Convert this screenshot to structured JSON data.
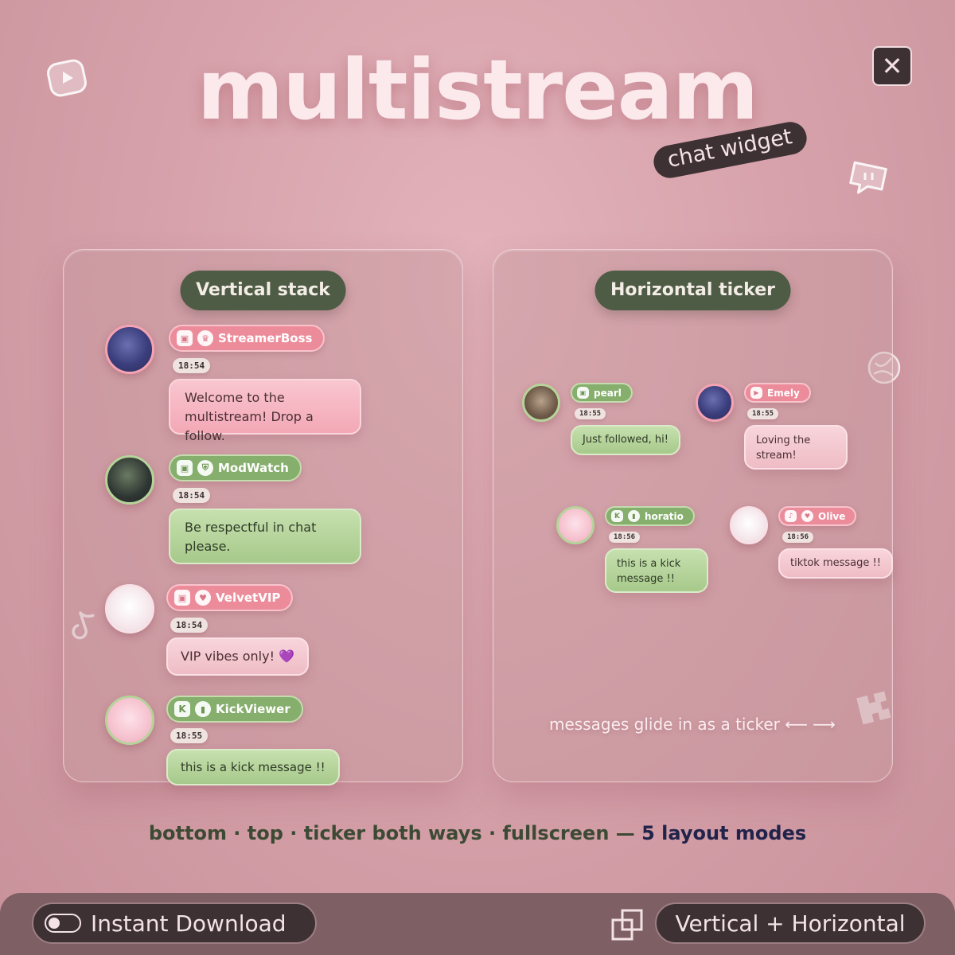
{
  "header": {
    "title": "multistream",
    "subtitle": "chat widget",
    "close_label": "✕"
  },
  "left_panel": {
    "title": "Vertical stack",
    "messages": [
      {
        "platform": "twitch",
        "badge": "crown",
        "name": "StreamerBoss",
        "time": "18:54",
        "text_line1": "Welcome to the",
        "text_line2": "multistream! Drop a follow.",
        "color": "pink"
      },
      {
        "platform": "twitch",
        "badge": "shield",
        "name": "ModWatch",
        "time": "18:54",
        "text_line1": "Be respectful in chat",
        "text_line2": "please.",
        "color": "green"
      },
      {
        "platform": "twitch",
        "badge": "heart",
        "name": "VelvetVIP",
        "time": "18:54",
        "text": "VIP vibes only! 💜",
        "color": "lightpink"
      },
      {
        "platform": "kick",
        "badge": "bookmark",
        "name": "KickViewer",
        "time": "18:55",
        "text": "this is a kick message !!",
        "color": "green"
      }
    ]
  },
  "right_panel": {
    "title": "Horizontal ticker",
    "messages": [
      {
        "platform": "twitch",
        "name": "pearl",
        "time": "18:55",
        "text": "Just followed, hi!",
        "color": "green"
      },
      {
        "platform": "youtube",
        "name": "Emely",
        "time": "18:55",
        "text_line1": "Loving the",
        "text_line2": "stream!",
        "color": "lightpink"
      },
      {
        "platform": "kick",
        "badge": "bookmark",
        "name": "horatio",
        "time": "18:56",
        "text_line1": "this is a kick",
        "text_line2": "message !!",
        "color": "green"
      },
      {
        "platform": "tiktok",
        "badge": "heart",
        "name": "Olive",
        "time": "18:56",
        "text": "tiktok message !!",
        "color": "lightpink"
      }
    ],
    "caption": "messages glide in as a ticker ⟵ ⟶"
  },
  "modes": {
    "text": "bottom · top · ticker both ways · fullscreen — ",
    "highlight": "5 layout modes"
  },
  "footer": {
    "left_label": "Instant Download",
    "right_label": "Vertical + Horizontal"
  },
  "colors": {
    "background": "#d7a2ab",
    "accent_pink": "#ec8c9b",
    "accent_green": "#86ae6c",
    "dark": "#3d3134",
    "title_pill": "#4e5b45"
  }
}
